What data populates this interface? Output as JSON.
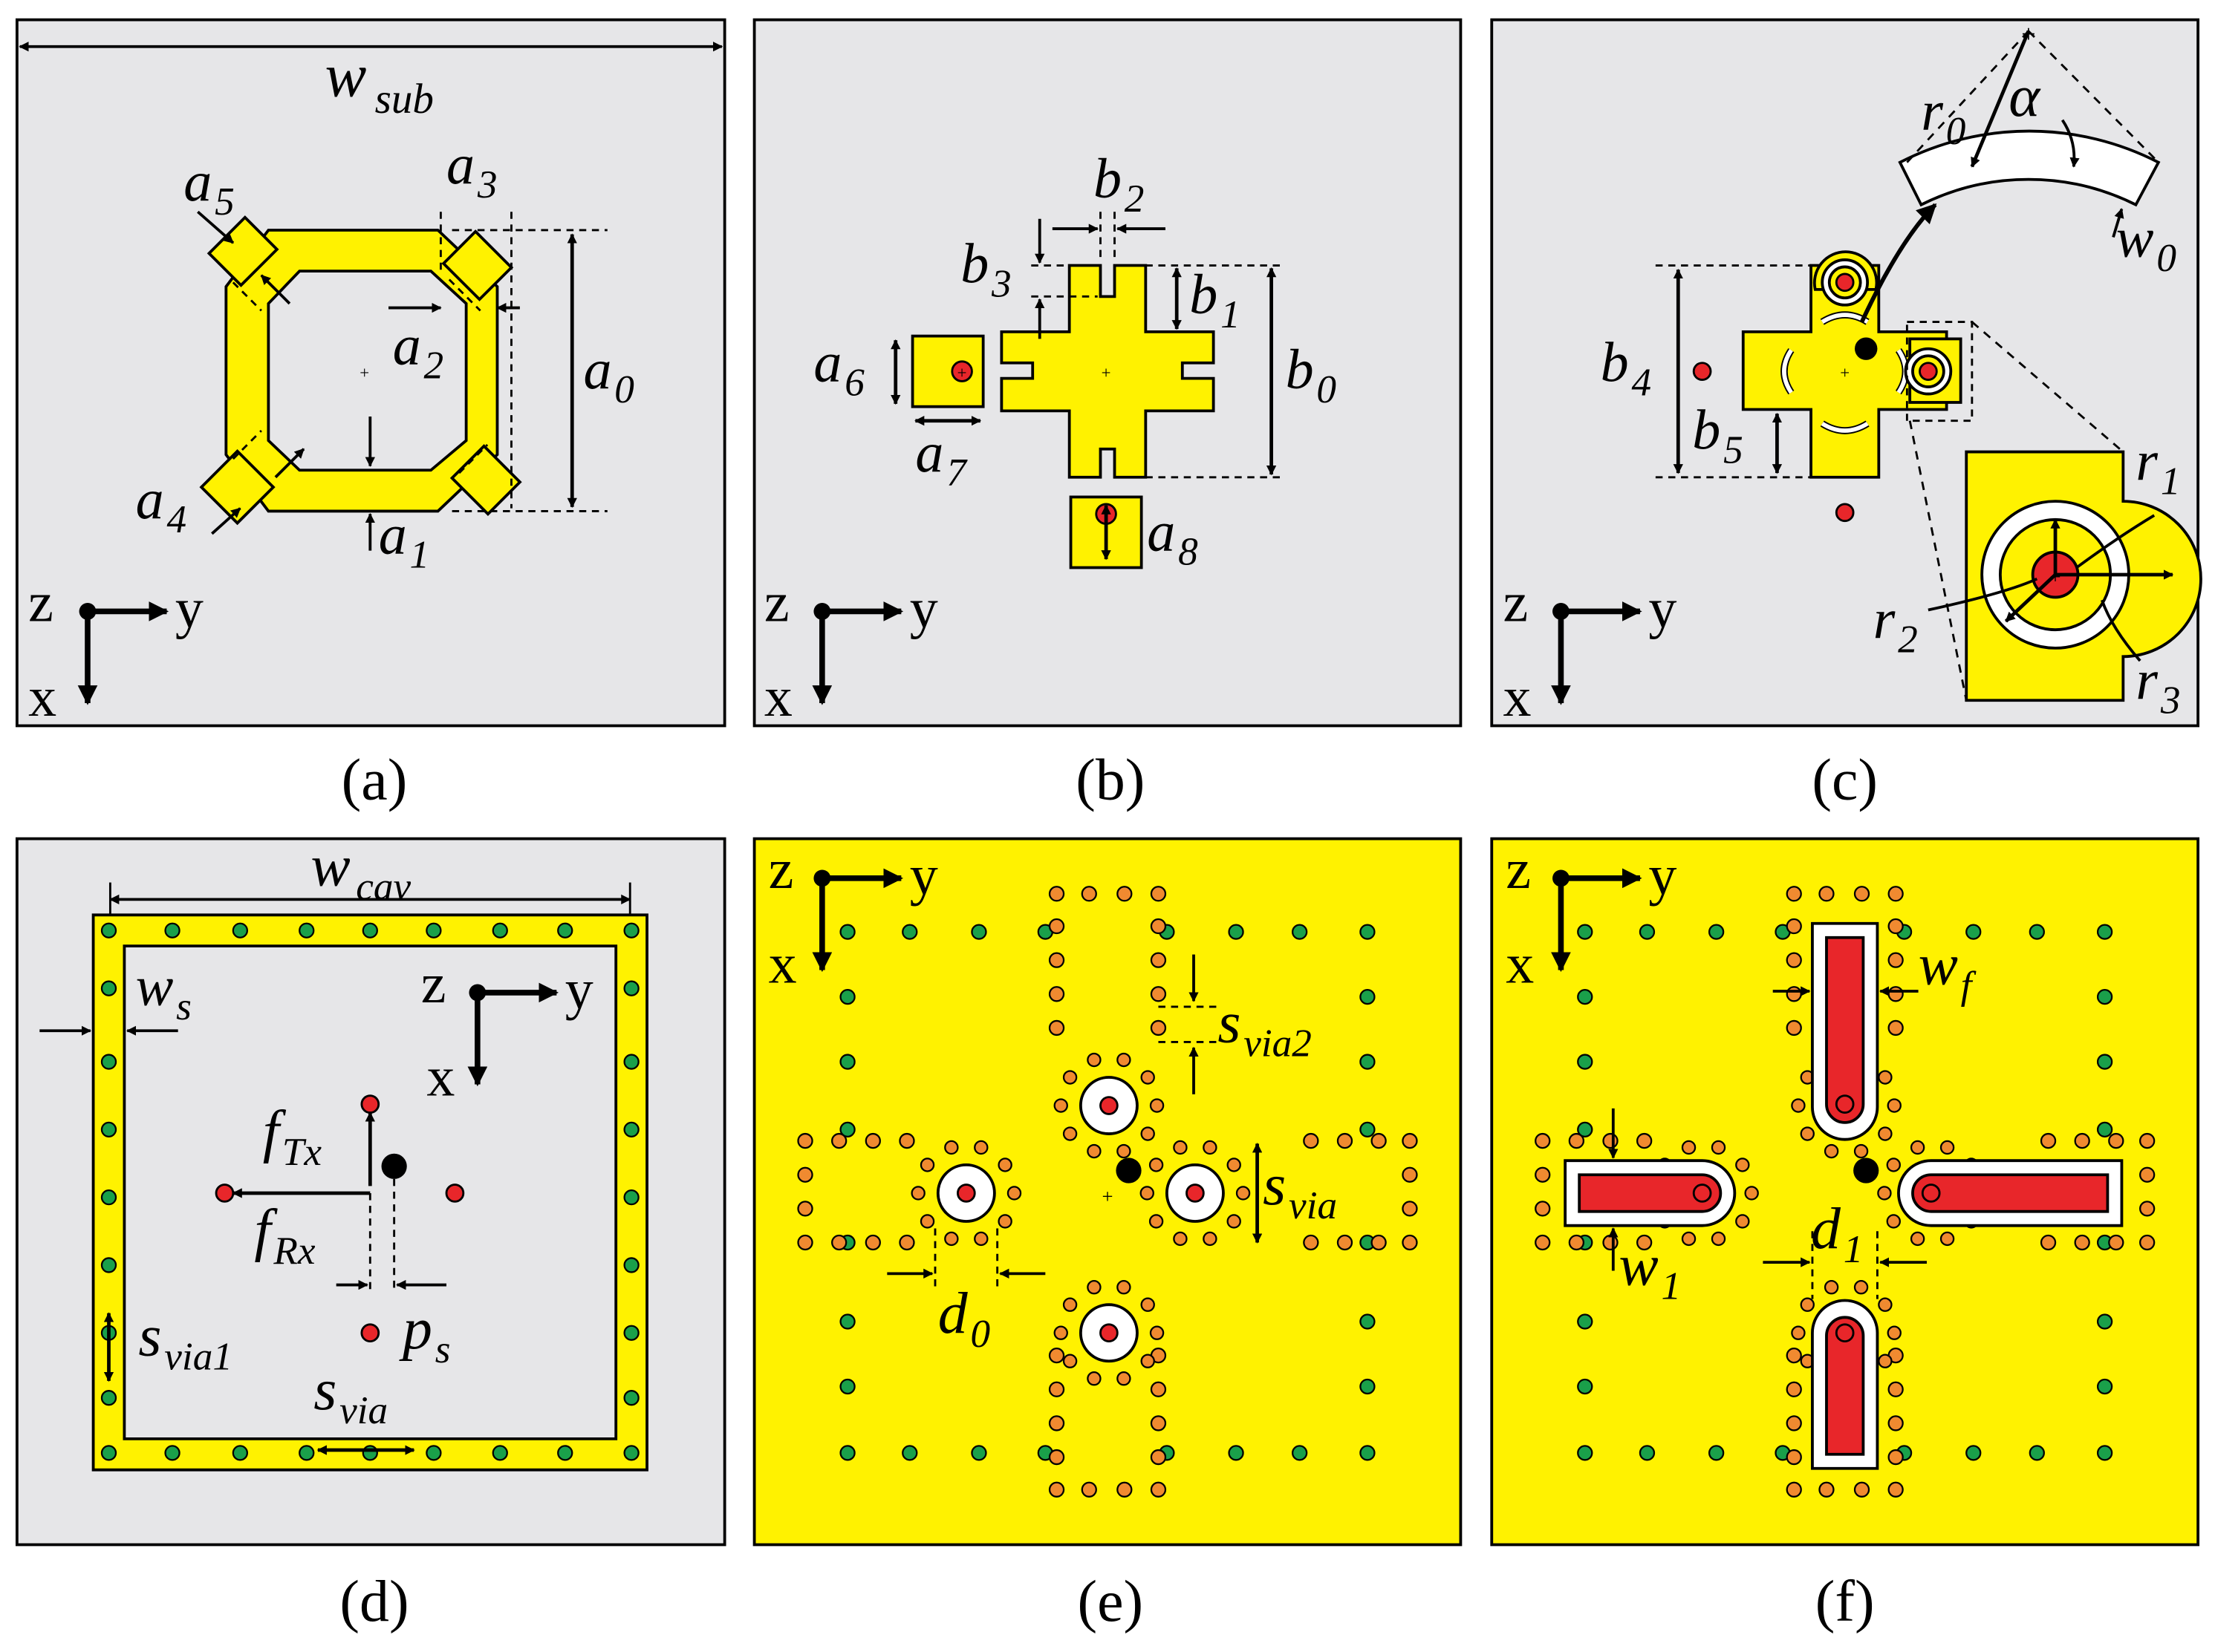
{
  "colors": {
    "substrate": "#e6e6e8",
    "metal": "#fff200",
    "via_feed": "#e8262a",
    "via_green": "#1aa04a",
    "via_orange": "#f08a30",
    "outline": "#000000",
    "slot": "#ffffff"
  },
  "axes": {
    "z": "z",
    "y": "y",
    "x": "x"
  },
  "panels": [
    {
      "caption": "(a)",
      "labels": [
        {
          "base": "w",
          "sub": "sub"
        },
        {
          "base": "a",
          "sub": "5"
        },
        {
          "base": "a",
          "sub": "3"
        },
        {
          "base": "a",
          "sub": "2"
        },
        {
          "base": "a",
          "sub": "0"
        },
        {
          "base": "a",
          "sub": "4"
        },
        {
          "base": "a",
          "sub": "1"
        }
      ]
    },
    {
      "caption": "(b)",
      "labels": [
        {
          "base": "b",
          "sub": "2"
        },
        {
          "base": "b",
          "sub": "3"
        },
        {
          "base": "b",
          "sub": "1"
        },
        {
          "base": "b",
          "sub": "0"
        },
        {
          "base": "a",
          "sub": "6"
        },
        {
          "base": "a",
          "sub": "7"
        },
        {
          "base": "a",
          "sub": "8"
        }
      ]
    },
    {
      "caption": "(c)",
      "labels": [
        {
          "base": "r",
          "sub": "0"
        },
        {
          "base": "α",
          "sub": ""
        },
        {
          "base": "w",
          "sub": "0"
        },
        {
          "base": "b",
          "sub": "4"
        },
        {
          "base": "b",
          "sub": "5"
        },
        {
          "base": "r",
          "sub": "1"
        },
        {
          "base": "r",
          "sub": "2"
        },
        {
          "base": "r",
          "sub": "3"
        }
      ]
    },
    {
      "caption": "(d)",
      "labels": [
        {
          "base": "w",
          "sub": "cav"
        },
        {
          "base": "w",
          "sub": "s"
        },
        {
          "base": "f",
          "sub": "Tx"
        },
        {
          "base": "f",
          "sub": "Rx"
        },
        {
          "base": "p",
          "sub": "s"
        },
        {
          "base": "s",
          "sub": "via1"
        },
        {
          "base": "s",
          "sub": "via"
        }
      ]
    },
    {
      "caption": "(e)",
      "labels": [
        {
          "base": "s",
          "sub": "via2"
        },
        {
          "base": "s",
          "sub": "via"
        },
        {
          "base": "d",
          "sub": "0"
        }
      ]
    },
    {
      "caption": "(f)",
      "labels": [
        {
          "base": "w",
          "sub": "f"
        },
        {
          "base": "w",
          "sub": "1"
        },
        {
          "base": "d",
          "sub": "1"
        }
      ]
    }
  ]
}
